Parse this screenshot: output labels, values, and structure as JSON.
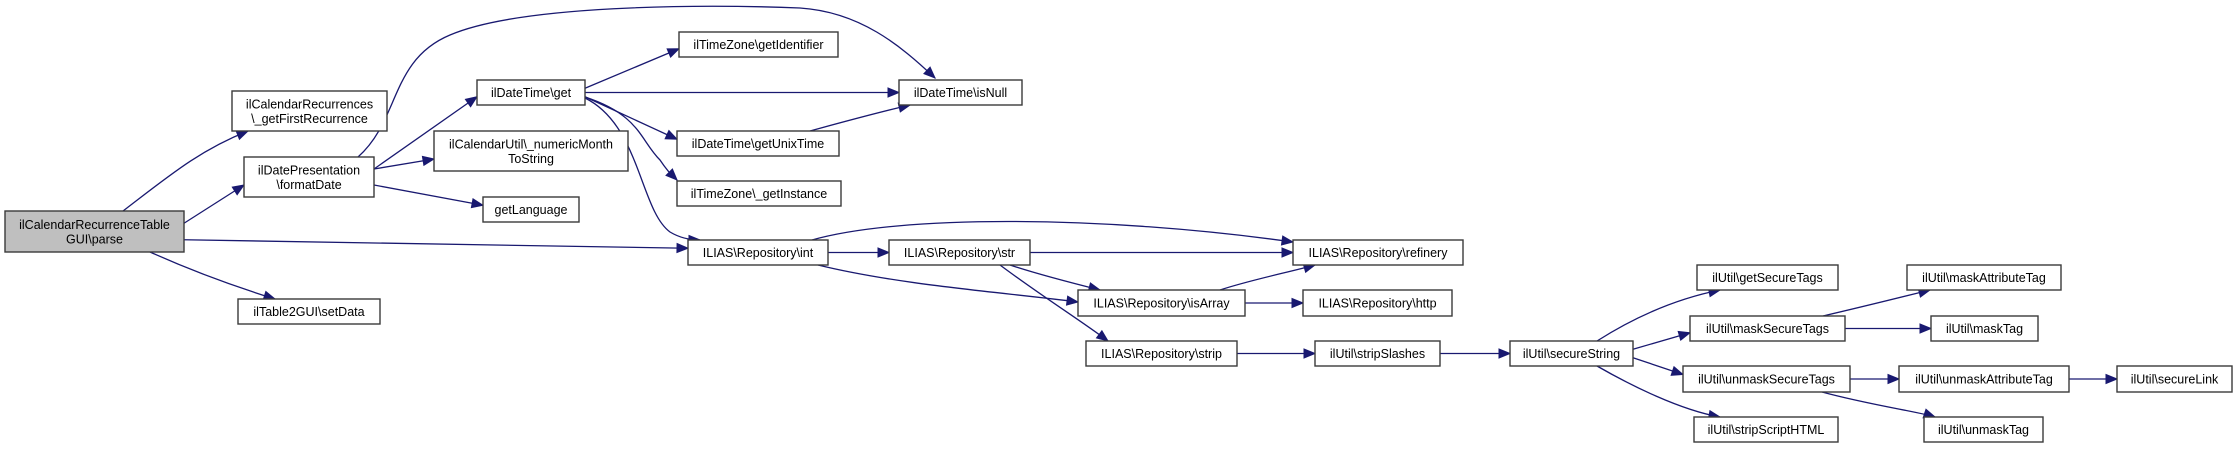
{
  "diagram": {
    "type": "call-graph",
    "colors": {
      "edge": "#191970",
      "root_fill": "#bfbfbf",
      "node_fill": "#ffffff",
      "node_border": "#3a3a3a"
    },
    "nodes": [
      {
        "id": "parse",
        "lines": [
          "ilCalendarRecurrenceTable",
          "GUI\\parse"
        ],
        "root": true
      },
      {
        "id": "getFirstRecurrence",
        "lines": [
          "ilCalendarRecurrences",
          "\\_getFirstRecurrence"
        ]
      },
      {
        "id": "formatDate",
        "lines": [
          "ilDatePresentation",
          "\\formatDate"
        ]
      },
      {
        "id": "setData",
        "lines": [
          "ilTable2GUI\\setData"
        ]
      },
      {
        "id": "dtget",
        "lines": [
          "ilDateTime\\get"
        ]
      },
      {
        "id": "numericMonth",
        "lines": [
          "ilCalendarUtil\\_numericMonth",
          "ToString"
        ]
      },
      {
        "id": "getLanguage",
        "lines": [
          "getLanguage"
        ]
      },
      {
        "id": "getIdentifier",
        "lines": [
          "ilTimeZone\\getIdentifier"
        ]
      },
      {
        "id": "isNull",
        "lines": [
          "ilDateTime\\isNull"
        ]
      },
      {
        "id": "getUnixTime",
        "lines": [
          "ilDateTime\\getUnixTime"
        ]
      },
      {
        "id": "getInstance",
        "lines": [
          "ilTimeZone\\_getInstance"
        ]
      },
      {
        "id": "repoInt",
        "lines": [
          "ILIAS\\Repository\\int"
        ]
      },
      {
        "id": "repoStr",
        "lines": [
          "ILIAS\\Repository\\str"
        ]
      },
      {
        "id": "refinery",
        "lines": [
          "ILIAS\\Repository\\refinery"
        ]
      },
      {
        "id": "isArray",
        "lines": [
          "ILIAS\\Repository\\isArray"
        ]
      },
      {
        "id": "http",
        "lines": [
          "ILIAS\\Repository\\http"
        ]
      },
      {
        "id": "strip",
        "lines": [
          "ILIAS\\Repository\\strip"
        ]
      },
      {
        "id": "stripSlashes",
        "lines": [
          "ilUtil\\stripSlashes"
        ]
      },
      {
        "id": "secureString",
        "lines": [
          "ilUtil\\secureString"
        ]
      },
      {
        "id": "getSecureTags",
        "lines": [
          "ilUtil\\getSecureTags"
        ]
      },
      {
        "id": "maskSecureTags",
        "lines": [
          "ilUtil\\maskSecureTags"
        ]
      },
      {
        "id": "unmaskSecureTags",
        "lines": [
          "ilUtil\\unmaskSecureTags"
        ]
      },
      {
        "id": "stripScriptHTML",
        "lines": [
          "ilUtil\\stripScriptHTML"
        ]
      },
      {
        "id": "maskAttributeTag",
        "lines": [
          "ilUtil\\maskAttributeTag"
        ]
      },
      {
        "id": "maskTag",
        "lines": [
          "ilUtil\\maskTag"
        ]
      },
      {
        "id": "unmaskAttributeTag",
        "lines": [
          "ilUtil\\unmaskAttributeTag"
        ]
      },
      {
        "id": "secureLink",
        "lines": [
          "ilUtil\\secureLink"
        ]
      },
      {
        "id": "unmaskTag",
        "lines": [
          "ilUtil\\unmaskTag"
        ]
      }
    ],
    "edges": [
      [
        "parse",
        "getFirstRecurrence"
      ],
      [
        "parse",
        "formatDate"
      ],
      [
        "parse",
        "repoInt"
      ],
      [
        "parse",
        "setData"
      ],
      [
        "formatDate",
        "dtget"
      ],
      [
        "formatDate",
        "numericMonth"
      ],
      [
        "formatDate",
        "getLanguage"
      ],
      [
        "formatDate",
        "isNull"
      ],
      [
        "dtget",
        "getIdentifier"
      ],
      [
        "dtget",
        "isNull"
      ],
      [
        "dtget",
        "getUnixTime"
      ],
      [
        "dtget",
        "getInstance"
      ],
      [
        "dtget",
        "repoInt"
      ],
      [
        "getUnixTime",
        "isNull"
      ],
      [
        "repoInt",
        "repoStr"
      ],
      [
        "repoInt",
        "refinery"
      ],
      [
        "repoInt",
        "isArray"
      ],
      [
        "repoStr",
        "refinery"
      ],
      [
        "repoStr",
        "isArray"
      ],
      [
        "repoStr",
        "strip"
      ],
      [
        "isArray",
        "refinery"
      ],
      [
        "isArray",
        "http"
      ],
      [
        "strip",
        "stripSlashes"
      ],
      [
        "stripSlashes",
        "secureString"
      ],
      [
        "secureString",
        "getSecureTags"
      ],
      [
        "secureString",
        "maskSecureTags"
      ],
      [
        "secureString",
        "unmaskSecureTags"
      ],
      [
        "secureString",
        "stripScriptHTML"
      ],
      [
        "maskSecureTags",
        "maskAttributeTag"
      ],
      [
        "maskSecureTags",
        "maskTag"
      ],
      [
        "unmaskSecureTags",
        "unmaskAttributeTag"
      ],
      [
        "unmaskSecureTags",
        "unmaskTag"
      ],
      [
        "unmaskAttributeTag",
        "secureLink"
      ]
    ]
  }
}
